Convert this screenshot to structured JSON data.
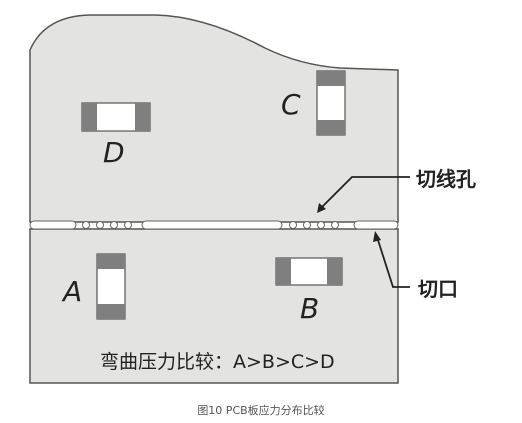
{
  "components": {
    "A": "A",
    "B": "B",
    "C": "C",
    "D": "D"
  },
  "labels": {
    "cut_hole": "切线孔",
    "notch": "切口",
    "stress_compare": "弯曲压力比较：A>B>C>D"
  },
  "caption": "图10 PCB板应力分布比较",
  "colors": {
    "board_fill": "#e3e3e1",
    "board_stroke": "#555555",
    "component_pad": "#7f7f7f",
    "component_body": "#ffffff"
  }
}
